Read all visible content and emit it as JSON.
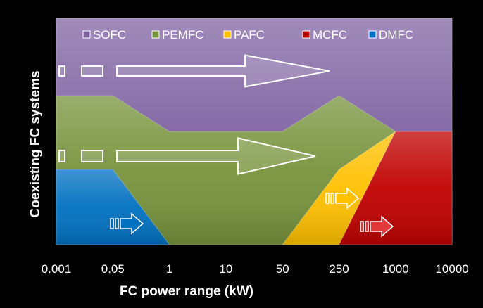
{
  "chart_data": {
    "type": "area",
    "xlabel": "FC power range (kW)",
    "ylabel": "Coexisting FC systems",
    "x_ticks": [
      "0.001",
      "0.05",
      "1",
      "10",
      "50",
      "250",
      "1000",
      "10000"
    ],
    "x_scale": "categorical-log",
    "series": [
      {
        "name": "SOFC",
        "color": "#8064A2",
        "x": [
          "0.001",
          "10000"
        ],
        "band_note": "full width, top layer"
      },
      {
        "name": "PEMFC",
        "color": "#77933C",
        "x": [
          "0.001",
          "0.05",
          "1",
          "50",
          "250",
          "1000"
        ],
        "top_level": [
          1.3,
          1.3,
          1.0,
          1.0,
          1.3,
          1.0
        ]
      },
      {
        "name": "PAFC",
        "color": "#FFC000",
        "x": [
          "50",
          "250",
          "1000"
        ]
      },
      {
        "name": "MCFC",
        "color": "#C00000",
        "x": [
          "250",
          "1000",
          "10000"
        ]
      },
      {
        "name": "DMFC",
        "color": "#0070C0",
        "x": [
          "0.001",
          "0.05",
          "1"
        ]
      }
    ],
    "legend_position": "top",
    "grid": false
  },
  "colors": {
    "background": "#000000",
    "text": "#FFFFFF",
    "arrow": "#FFFFFF"
  }
}
